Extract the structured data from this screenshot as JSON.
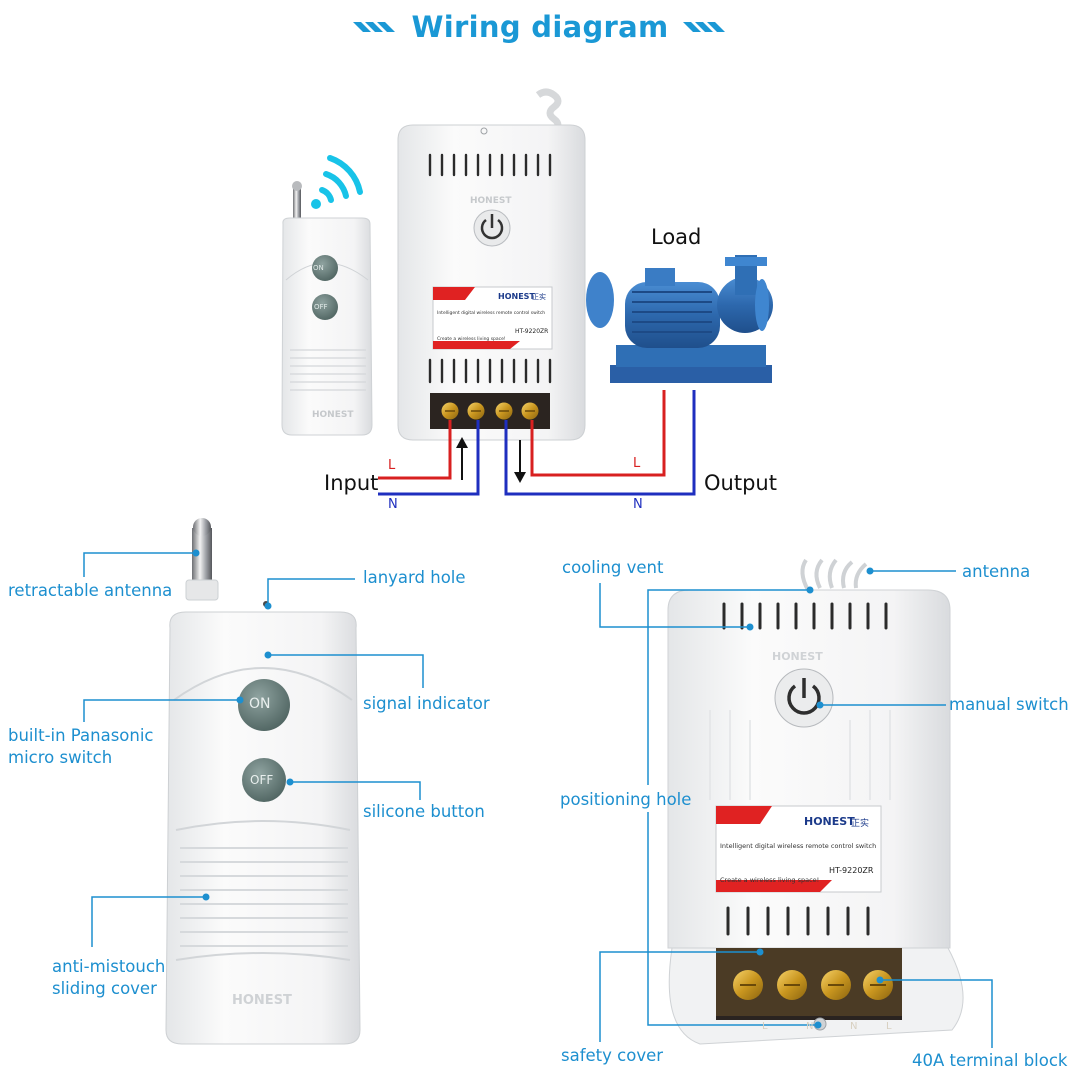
{
  "title": "Wiring diagram",
  "top_diagram": {
    "load_label": "Load",
    "input_label": "Input",
    "output_label": "Output",
    "line_L": "L",
    "line_N": "N",
    "remote_buttons": {
      "on": "ON",
      "off": "OFF"
    },
    "label_card": {
      "brand": "HONEST",
      "brand_cn": "正实",
      "line1": "Intelligent digital wireless remote control switch",
      "model": "HT-9220ZR",
      "slogan": "Create a wireless living space!"
    },
    "brand_embossed": "HONEST"
  },
  "remote_callouts": {
    "antenna": "retractable antenna",
    "lanyard": "lanyard hole",
    "indicator": "signal indicator",
    "micro_switch": "built-in Panasonic\nmicro switch",
    "silicone": "silicone button",
    "cover": "anti-mistouch\nsliding cover",
    "on": "ON",
    "off": "OFF",
    "brand": "HONEST"
  },
  "switch_callouts": {
    "cooling": "cooling vent",
    "antenna": "antenna",
    "manual": "manual switch",
    "positioning": "positioning hole",
    "safety": "safety cover",
    "terminal": "40A terminal block",
    "brand": "HONEST",
    "terminal_marks": [
      "L",
      "N",
      "N",
      "L"
    ]
  },
  "colors": {
    "accent": "#1a98d5",
    "callout": "#1d8fcf",
    "live_wire": "#d82020",
    "neutral_wire": "#1f2fbf",
    "pump": "#2f6fb5",
    "terminal": "#c9961f"
  }
}
